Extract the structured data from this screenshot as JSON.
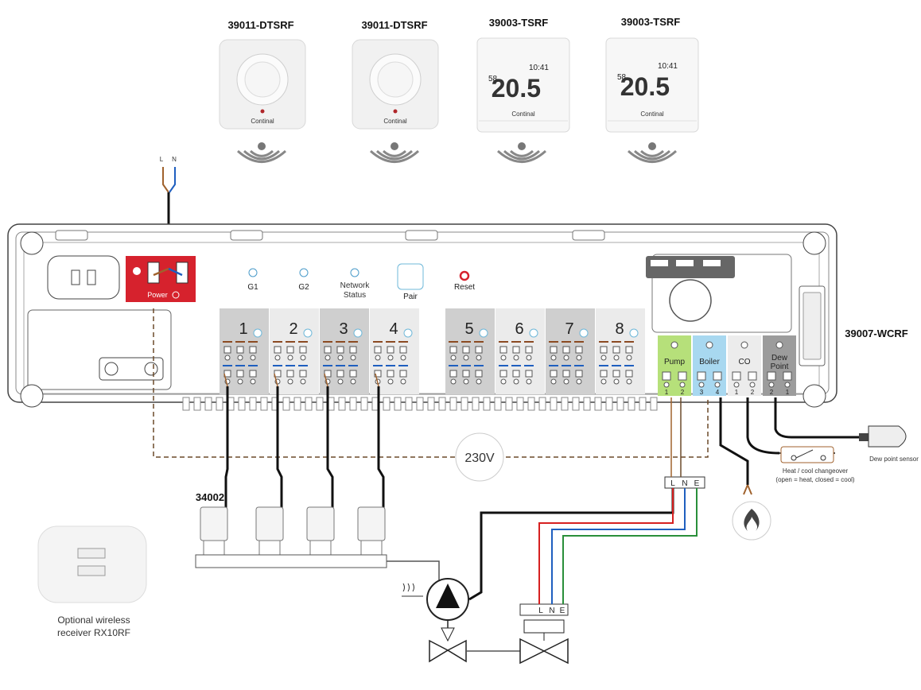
{
  "thermostats": [
    {
      "model": "39011-DTSRF",
      "type": "dial"
    },
    {
      "model": "39011-DTSRF",
      "type": "dial"
    },
    {
      "model": "39003-TSRF",
      "type": "digital",
      "time": "10:41",
      "temp": "20.5",
      "humidity": "58"
    },
    {
      "model": "39003-TSRF",
      "type": "digital",
      "time": "10:41",
      "temp": "20.5",
      "humidity": "58"
    }
  ],
  "brand": "Continal",
  "power_input": {
    "l": "L",
    "n": "N"
  },
  "power_block_label": "Power",
  "leds": [
    {
      "label": "G1"
    },
    {
      "label": "G2"
    },
    {
      "label": "Network Status"
    }
  ],
  "pair_label": "Pair",
  "reset_label": "Reset",
  "zones": [
    "1",
    "2",
    "3",
    "4",
    "5",
    "6",
    "7",
    "8"
  ],
  "outputs": [
    {
      "label": "Pump",
      "color": "#b6e07a",
      "terminals": [
        "1",
        "2"
      ]
    },
    {
      "label": "Boiler",
      "color": "#a8d8f0",
      "terminals": [
        "3",
        "4"
      ]
    },
    {
      "label": "CO",
      "color": "#ececec",
      "terminals": [
        "1",
        "2"
      ]
    },
    {
      "label": "Dew Point",
      "color": "#9c9c9c",
      "terminals": [
        "2",
        "1"
      ]
    }
  ],
  "controller_model": "39007-WCRF",
  "voltage_label": "230V",
  "actuator_model": "34002",
  "lne_labels": [
    "L",
    "N",
    "E"
  ],
  "valve_lne_labels": [
    "L",
    "N",
    "E"
  ],
  "dew_point_sensor_label": "Dew point sensor",
  "changeover_label": "Heat / cool changeover",
  "changeover_note": "(open = heat, closed = cool)",
  "receiver_caption_1": "Optional wireless",
  "receiver_caption_2": "receiver RX10RF",
  "colors": {
    "power_red": "#d6222d",
    "wire_brown": "#a0622d",
    "wire_blue": "#1f5fbf",
    "wire_red": "#d62020",
    "wire_green": "#2a8f3a",
    "wire_black": "#111111"
  }
}
